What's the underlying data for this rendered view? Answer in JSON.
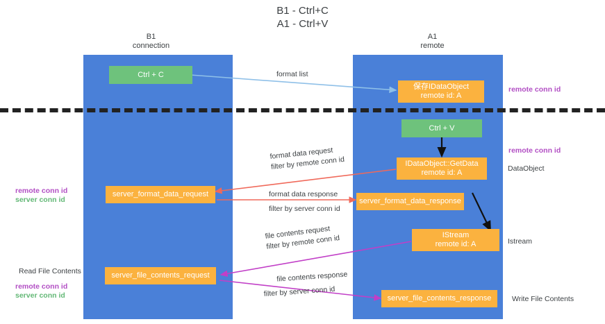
{
  "title": {
    "line1": "B1 - Ctrl+C",
    "line2": "A1 - Ctrl+V"
  },
  "columns": [
    {
      "name": "B1",
      "role": "connection"
    },
    {
      "name": "A1",
      "role": "remote"
    }
  ],
  "nodes": {
    "ctrl_c": {
      "label": "Ctrl + C"
    },
    "ctrl_v": {
      "label": "Ctrl + V"
    },
    "save_dataobject": {
      "line1": "保存IDataObject",
      "line2": "remote id: A"
    },
    "getdata": {
      "line1": "IDataObject::GetData",
      "line2": "remote id: A"
    },
    "istream": {
      "line1": "IStream",
      "line2": "remote id: A"
    },
    "server_format_data_request": {
      "label": "server_format_data_request"
    },
    "server_format_data_response": {
      "label": "server_format_data_response"
    },
    "server_file_contents_request": {
      "label": "server_file_contents_request"
    },
    "server_file_contents_response": {
      "label": "server_file_contents_response"
    }
  },
  "edge_labels": {
    "format_list": "format list",
    "format_data_request": "format data request",
    "format_data_request_filter_prefix": "filter by ",
    "format_data_request_filter_key": "remote conn id",
    "format_data_response": "format data response",
    "format_data_response_filter_prefix": "filter by ",
    "format_data_response_filter_key": "server conn id",
    "file_contents_request": "file contents request",
    "file_contents_request_filter_prefix": "filter by ",
    "file_contents_request_filter_key": "remote conn id",
    "file_contents_response": "file contents response",
    "file_contents_response_filter_prefix": "filter by ",
    "file_contents_response_filter_key": "server conn id"
  },
  "annotations": {
    "right_remote_conn_id_top": "remote conn id",
    "right_remote_conn_id_mid": "remote conn id",
    "right_dataobject": "DataObject",
    "right_istream": "Istream",
    "right_write_file_contents": "Write File Contents",
    "left_remote_conn_id_1": "remote conn id",
    "left_server_conn_id_1": "server conn id",
    "left_read_file_contents": "Read File Contents",
    "left_remote_conn_id_2": "remote conn id",
    "left_server_conn_id_2": "server conn id"
  },
  "colors": {
    "lane": "#4a80d8",
    "node_green": "#6ec27c",
    "node_orange": "#fbb23f",
    "purple": "#b24fc4",
    "green_text": "#63b876",
    "arrow_lightblue": "#8fc0e8",
    "arrow_red": "#f0695a",
    "arrow_magenta": "#c13fc7",
    "arrow_black": "#111111",
    "divider": "#222222",
    "text": "#3c4043"
  }
}
